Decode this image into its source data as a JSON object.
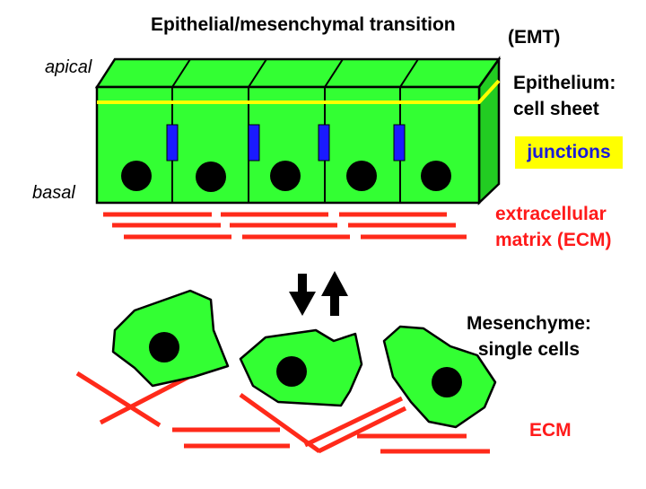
{
  "title": "Epithelial/mesenchymal transition",
  "title_abbrev": "(EMT)",
  "labels": {
    "apical": "apical",
    "basal": "basal",
    "epithelium_line1": "Epithelium:",
    "epithelium_line2": "cell sheet",
    "junctions": "junctions",
    "ecm_top_line1": "extracellular",
    "ecm_top_line2": "matrix (ECM)",
    "mesenchyme_line1": "Mesenchyme:",
    "mesenchyme_line2": "single cells",
    "ecm_bottom": "ECM"
  },
  "colors": {
    "cell_green": "#33ff33",
    "cell_green_side": "#22cc22",
    "nucleus": "#000000",
    "junction_blue": "#1a1aff",
    "tight_junction_line": "#ffff00",
    "ecm_red": "#ff2a1a",
    "junctions_label_bg": "#ffff00",
    "junctions_label_text": "#1b1bd9"
  },
  "icons": {
    "down_arrow": "arrow-down-icon",
    "up_arrow": "arrow-up-icon"
  }
}
